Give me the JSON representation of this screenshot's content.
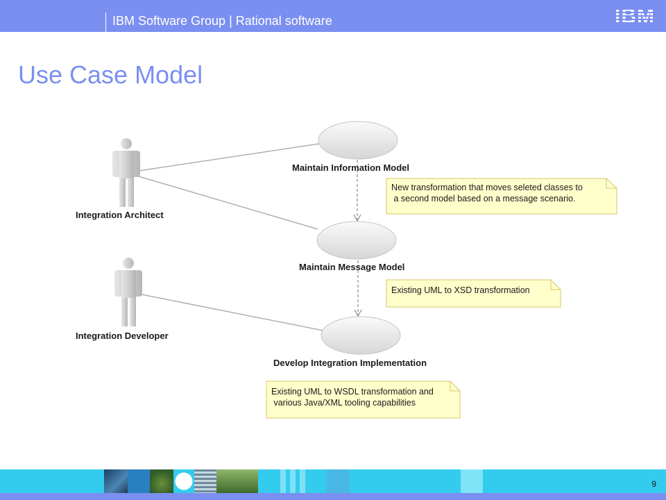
{
  "header": {
    "text": "IBM Software Group | Rational software",
    "logo": "IBM",
    "color": "#7b8ff0"
  },
  "slide": {
    "title": "Use Case Model",
    "page_number": "9"
  },
  "diagram": {
    "actors": [
      {
        "id": "architect",
        "label": "Integration Architect"
      },
      {
        "id": "developer",
        "label": "Integration Developer"
      }
    ],
    "use_cases": [
      {
        "id": "uc1",
        "label": "Maintain Information Model"
      },
      {
        "id": "uc2",
        "label": "Maintain Message Model"
      },
      {
        "id": "uc3",
        "label": "Develop Integration Implementation"
      }
    ],
    "notes": [
      {
        "id": "note1",
        "lines": [
          "New transformation that moves seleted classes to",
          " a second model based on a message scenario."
        ]
      },
      {
        "id": "note2",
        "lines": [
          "Existing UML to XSD transformation"
        ]
      },
      {
        "id": "note3",
        "lines": [
          "Existing UML to WSDL transformation and",
          " various Java/XML tooling capabilities"
        ]
      }
    ],
    "associations": [
      {
        "from": "architect",
        "to": "uc1"
      },
      {
        "from": "architect",
        "to": "uc2"
      },
      {
        "from": "developer",
        "to": "uc3"
      }
    ],
    "dependencies": [
      {
        "from": "uc1",
        "to": "uc2"
      },
      {
        "from": "uc2",
        "to": "uc3"
      }
    ]
  }
}
